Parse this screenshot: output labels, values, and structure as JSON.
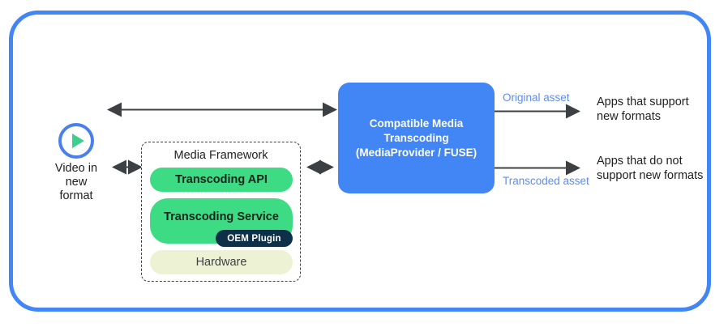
{
  "frame": {
    "border_color": "#4285f4"
  },
  "left": {
    "icon": "play-circle-icon",
    "video_label_line1": "Video in",
    "video_label_line2": "new",
    "video_label_line3": "format"
  },
  "framework": {
    "title": "Media Framework",
    "border_style": "dashed",
    "layers": [
      {
        "label": "Transcoding API",
        "color": "#3ddc84"
      },
      {
        "label": "Transcoding Service",
        "color": "#3ddc84"
      },
      {
        "label": "Hardware",
        "color": "#eef2d5"
      }
    ],
    "plugin": {
      "label": "OEM Plugin",
      "color": "#0d3048"
    }
  },
  "center": {
    "title_line1": "Compatible Media",
    "title_line2": "Transcoding",
    "title_line3": "(MediaProvider / FUSE)",
    "color": "#4285f4"
  },
  "outputs": {
    "top": {
      "edge_label": "Original asset",
      "target_line1": "Apps that support",
      "target_line2": "new formats"
    },
    "bottom": {
      "edge_label": "Transcoded asset",
      "target_line1": "Apps that do not",
      "target_line2": "support new formats"
    },
    "label_color": "#5b8df5"
  },
  "connectors": {
    "top_bidirectional": "video-to-transcoding-arrow",
    "video_to_framework": "video-to-framework-arrow",
    "framework_to_center": "framework-to-center-arrow"
  }
}
